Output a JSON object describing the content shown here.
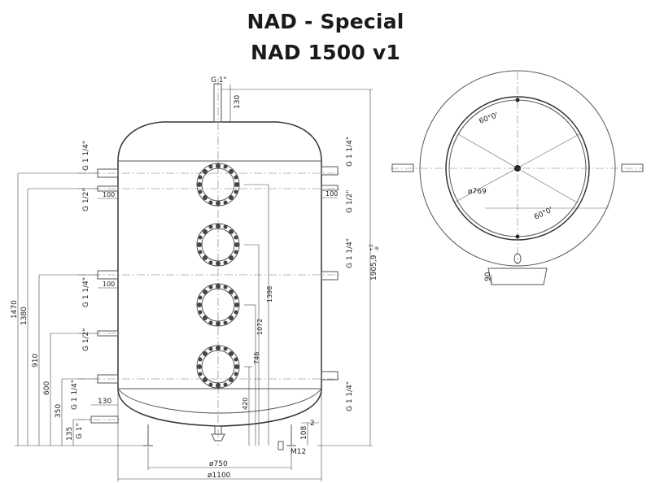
{
  "title": {
    "line1": "NAD - Special",
    "line2": "NAD 1500 v1"
  },
  "side_view": {
    "top_port": "G 1\"",
    "top_port_height": "130",
    "left_ports": [
      "G 1 1/4\"",
      "G 1/2\"",
      "G 1 1/4\"",
      "G 1/2\"",
      "G 1 1/4\"",
      "G 1\""
    ],
    "right_ports": [
      "G 1 1/4\"",
      "G 1/2\"",
      "G 1 1/4\"",
      "G 1 1/4\""
    ],
    "stub_length_left": [
      "100",
      "100"
    ],
    "stub_length_right": "100",
    "bottom_stub_length": "130",
    "left_heights": [
      "1470",
      "1380",
      "910",
      "600",
      "350",
      "135"
    ],
    "flange_heights": [
      "1398",
      "1072",
      "746",
      "420"
    ],
    "total_height_label": "1905,9",
    "total_height_tol_upper": "+2",
    "total_height_tol_lower": "-8",
    "right_small_dims": [
      "108",
      "2"
    ],
    "bottom_thread": "M12",
    "dia_feet": "ø750",
    "dia_body": "ø1100"
  },
  "top_view": {
    "angle_upper": "60°0'",
    "angle_lower": "60°0'",
    "dia_label": "ø769",
    "foot_dim": "90"
  }
}
